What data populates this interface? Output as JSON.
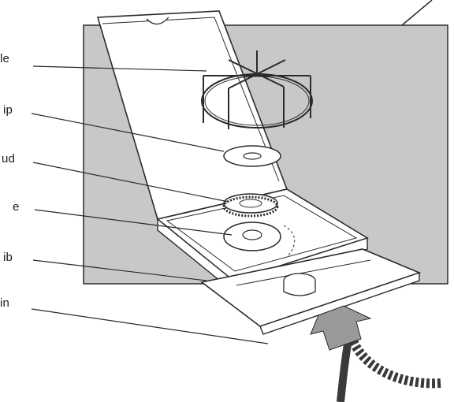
{
  "diagram": {
    "callouts": [
      {
        "id": "label-1",
        "text": "le"
      },
      {
        "id": "label-2",
        "text": "ip"
      },
      {
        "id": "label-3",
        "text": "ud"
      },
      {
        "id": "label-4",
        "text": "e"
      },
      {
        "id": "label-5",
        "text": "ib"
      },
      {
        "id": "label-6",
        "text": "in"
      }
    ],
    "colors": {
      "panel": "#c8c8c8",
      "lid": "#ffffff",
      "line": "#2a2a2a",
      "film": "#3a3a3a",
      "arrow": "#9a9a9a"
    }
  }
}
